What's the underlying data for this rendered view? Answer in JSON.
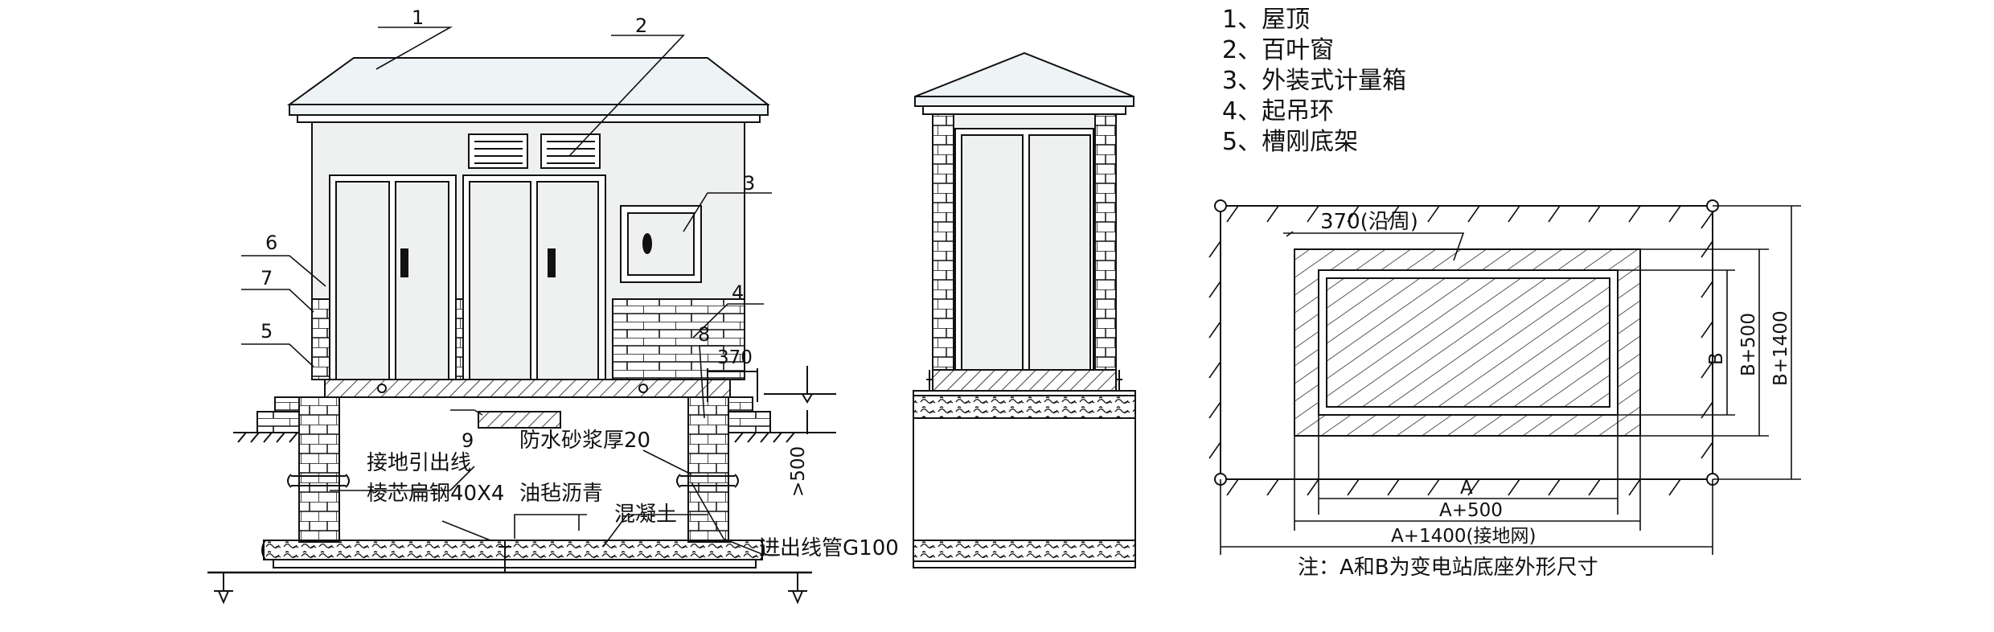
{
  "legend": [
    "1、屋顶",
    "2、百叶窗",
    "3、外装式计量箱",
    "4、起吊环",
    "5、槽刚底架"
  ],
  "front_view": {
    "callouts": [
      "1",
      "2",
      "3",
      "4",
      "5",
      "6",
      "7",
      "8",
      "9"
    ],
    "dim_370": "370",
    "dim_500": ">500",
    "notes": {
      "grounding_1": "接地引出线",
      "grounding_2": "棱芯扁钢40X4",
      "waterproof": "防水砂浆厚20",
      "felt": "油毡沥青",
      "concrete": "混凝土",
      "conduit": "进出线管G100"
    }
  },
  "plan_view": {
    "perimeter": "370(沿周)",
    "dim_a": "A",
    "dim_a500": "A+500",
    "dim_a1400": "A+1400(接地网)",
    "dim_b": "B",
    "dim_b500": "B+500",
    "dim_b1400": "B+1400",
    "note": "注：A和B为变电站底座外形尺寸"
  },
  "colors": {
    "line": "#111111",
    "wall": "#eef1ef",
    "roof": "#eef3f5",
    "background": "#ffffff"
  }
}
